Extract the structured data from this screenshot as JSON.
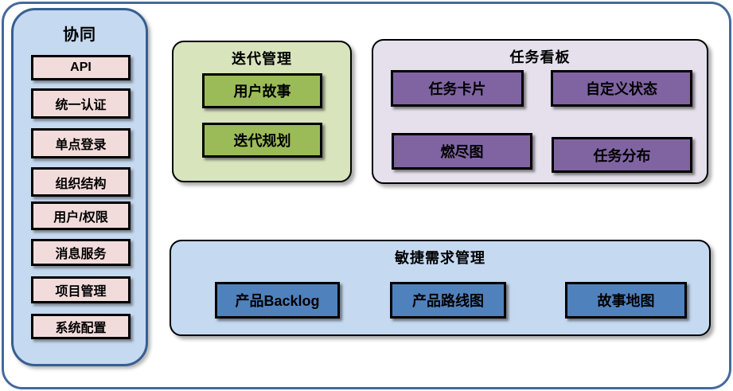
{
  "diagram": {
    "sidebar": {
      "title": "协同",
      "items": [
        "API",
        "统一认证",
        "单点登录",
        "组织结构",
        "用户/权限",
        "消息服务",
        "项目管理",
        "系统配置"
      ]
    },
    "iteration_panel": {
      "title": "迭代管理",
      "items": [
        "用户故事",
        "迭代规划"
      ]
    },
    "kanban_panel": {
      "title": "任务看板",
      "items": [
        "任务卡片",
        "自定义状态",
        "燃尽图",
        "任务分布"
      ]
    },
    "requirements_panel": {
      "title": "敏捷需求管理",
      "items": [
        "产品Backlog",
        "产品路线图",
        "故事地图"
      ]
    }
  },
  "colors": {
    "outer_border": "#46699c",
    "sidebar_fill": "#c5d9f1",
    "sidebar_border": "#365f91",
    "chip_fill": "#f2dcdb",
    "iteration_panel_fill": "#d8e4bc",
    "iteration_box_fill": "#9bbb59",
    "kanban_panel_fill": "#e5e0ec",
    "kanban_box_fill": "#8064a2",
    "requirements_panel_fill": "#c5d9f1",
    "requirements_box_fill": "#4f81bd"
  }
}
